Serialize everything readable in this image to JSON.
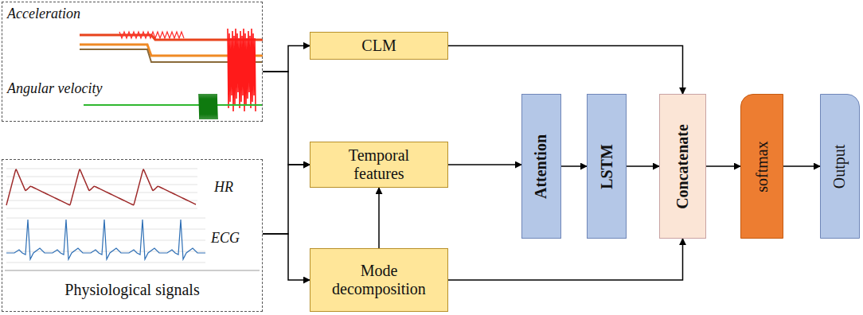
{
  "diagram": {
    "nodes": [
      {
        "text": [
          "Acceleration",
          "Angular velocity"
        ]
      },
      {
        "text": [
          "HR",
          "ECG",
          "Physiological signals"
        ]
      },
      {
        "text": [
          "CLM"
        ]
      },
      {
        "text": [
          "Temporal features"
        ]
      },
      {
        "text": [
          "Mode decomposition"
        ]
      },
      {
        "text": [
          "Attention"
        ]
      },
      {
        "text": [
          "LSTM"
        ]
      },
      {
        "text": [
          "Concatenate"
        ]
      },
      {
        "text": [
          "softmax"
        ]
      },
      {
        "text": [
          "Output"
        ]
      }
    ],
    "edges": [
      {
        "from": 0,
        "to": 2,
        "arrow": "to"
      },
      {
        "from": 0,
        "to": 3,
        "arrow": "to"
      },
      {
        "from": 1,
        "to": 3,
        "arrow": "to"
      },
      {
        "from": 1,
        "to": 4,
        "arrow": "to"
      },
      {
        "from": 4,
        "to": 3,
        "arrow": "to"
      },
      {
        "from": 3,
        "to": 5,
        "arrow": "to"
      },
      {
        "from": 5,
        "to": 6,
        "arrow": "to"
      },
      {
        "from": 6,
        "to": 7,
        "arrow": "to"
      },
      {
        "from": 2,
        "to": 7,
        "arrow": "to"
      },
      {
        "from": 4,
        "to": 7,
        "arrow": "to"
      },
      {
        "from": 7,
        "to": 8,
        "arrow": "to"
      },
      {
        "from": 8,
        "to": 9,
        "arrow": "to"
      }
    ]
  }
}
